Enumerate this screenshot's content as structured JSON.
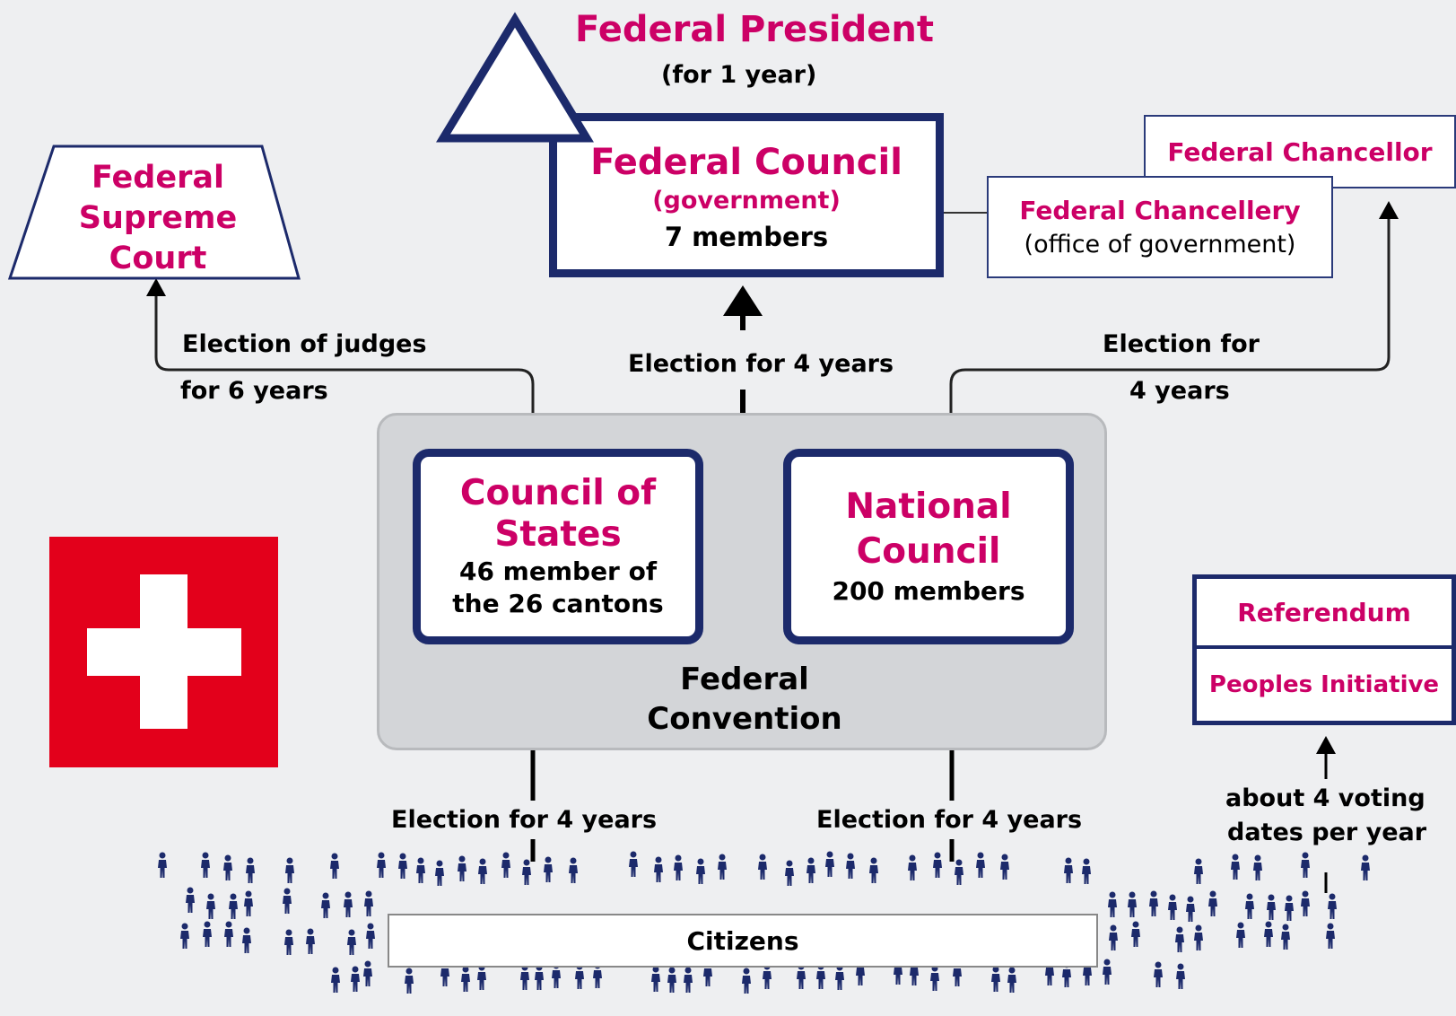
{
  "president": {
    "title": "Federal President",
    "term": "(for 1 year)"
  },
  "council": {
    "title": "Federal Council",
    "subtitle": "(government)",
    "members": "7 members"
  },
  "chancellor": {
    "title": "Federal Chancellor"
  },
  "chancellery": {
    "title": "Federal Chancellery",
    "subtitle": "(office of government)"
  },
  "court": {
    "line1": "Federal",
    "line2": "Supreme",
    "line3": "Court"
  },
  "elections": {
    "judges_line1": "Election of judges",
    "judges_line2": "for 6 years",
    "council": "Election for 4 years",
    "chancellor_line1": "Election for",
    "chancellor_line2": "4 years",
    "states": "Election for 4 years",
    "national": "Election for 4 years"
  },
  "convention": {
    "line1": "Federal",
    "line2": "Convention",
    "states": {
      "title_line1": "Council of",
      "title_line2": "States",
      "detail_line1": "46 member of",
      "detail_line2": "the 26 cantons"
    },
    "national": {
      "title_line1": "National",
      "title_line2": "Council",
      "detail": "200 members"
    }
  },
  "direct_democracy": {
    "referendum": "Referendum",
    "initiative": "Peoples Initiative",
    "voting_line1": "about 4 voting",
    "voting_line2": "dates per year"
  },
  "citizens": {
    "label": "Citizens"
  },
  "icons": {
    "flag": "swiss-flag-icon",
    "people": "person-icon"
  },
  "colors": {
    "accent": "#cc0066",
    "navy": "#1c2a6b",
    "flag_red": "#e3001b",
    "convention_bg": "#d3d5d8"
  }
}
